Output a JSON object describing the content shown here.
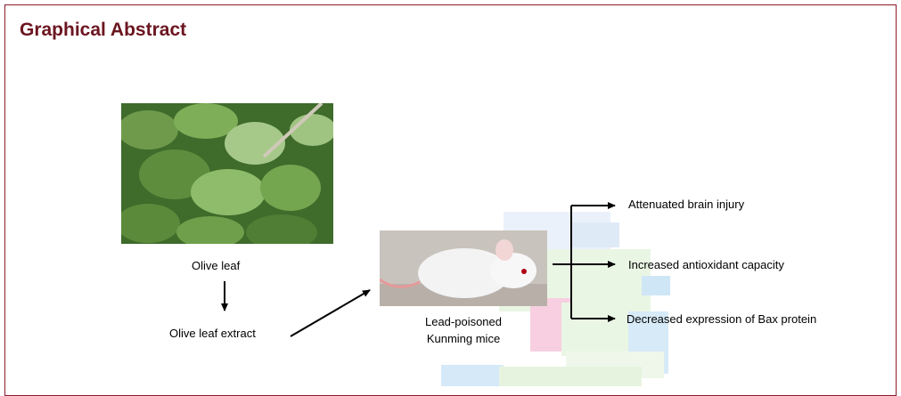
{
  "title": "Graphical Abstract",
  "nodes": {
    "olive_leaf": "Olive leaf",
    "extract": "Olive leaf extract",
    "mice_line1": "Lead-poisoned",
    "mice_line2": "Kunming mice"
  },
  "outcomes": [
    "Attenuated brain injury",
    "Increased antioxidant capacity",
    "Decreased expression of Bax protein"
  ],
  "colors": {
    "title": "#6b1520",
    "frame": "#8a1a2a",
    "arrow": "#000000"
  }
}
